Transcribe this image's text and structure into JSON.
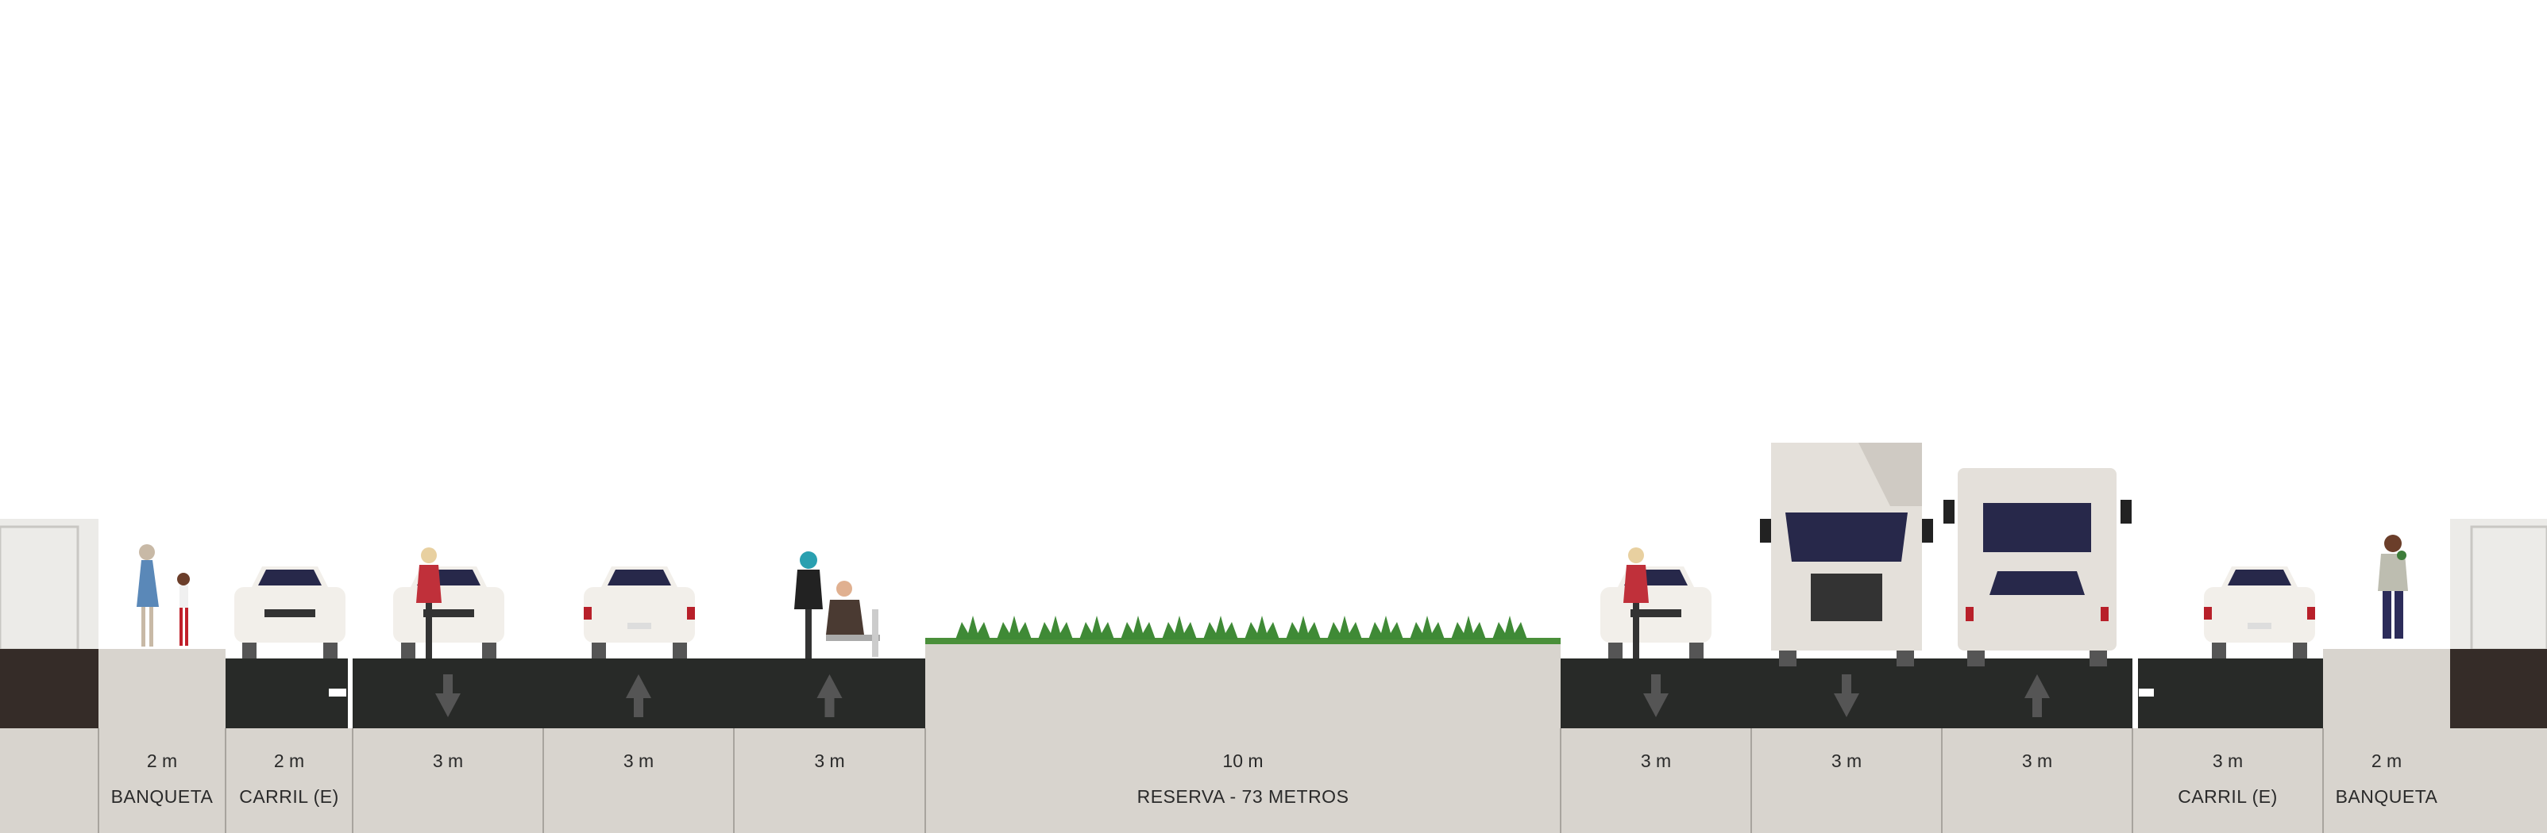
{
  "segments": [
    {
      "width": "2 m",
      "name": "BANQUETA"
    },
    {
      "width": "2 m",
      "name": "CARRIL (E)"
    },
    {
      "width": "3 m",
      "name": ""
    },
    {
      "width": "3 m",
      "name": ""
    },
    {
      "width": "3 m",
      "name": ""
    },
    {
      "width": "10 m",
      "name": "RESERVA - 73 METROS"
    },
    {
      "width": "3 m",
      "name": ""
    },
    {
      "width": "3 m",
      "name": ""
    },
    {
      "width": "3 m",
      "name": ""
    },
    {
      "width": "3 m",
      "name": "CARRIL (E)"
    },
    {
      "width": "2 m",
      "name": "BANQUETA"
    }
  ],
  "lane_directions": [
    "down",
    "up",
    "up",
    "down",
    "down",
    "up"
  ],
  "colors": {
    "asphalt": "#282a28",
    "sidewalk": "#d8d4ce",
    "building_base": "#352c28",
    "building_wall": "#ecebe8",
    "vegetation": "#4a8f3a",
    "car_body": "#f2efea",
    "windshield": "#27284a",
    "truck_body": "#e4e0da",
    "arrow": "#555555"
  },
  "icons": [
    "pedestrian-icon",
    "car-icon",
    "cyclist-icon",
    "sidecar-bike-icon",
    "shrub-icon",
    "truck-icon",
    "bus-icon"
  ]
}
